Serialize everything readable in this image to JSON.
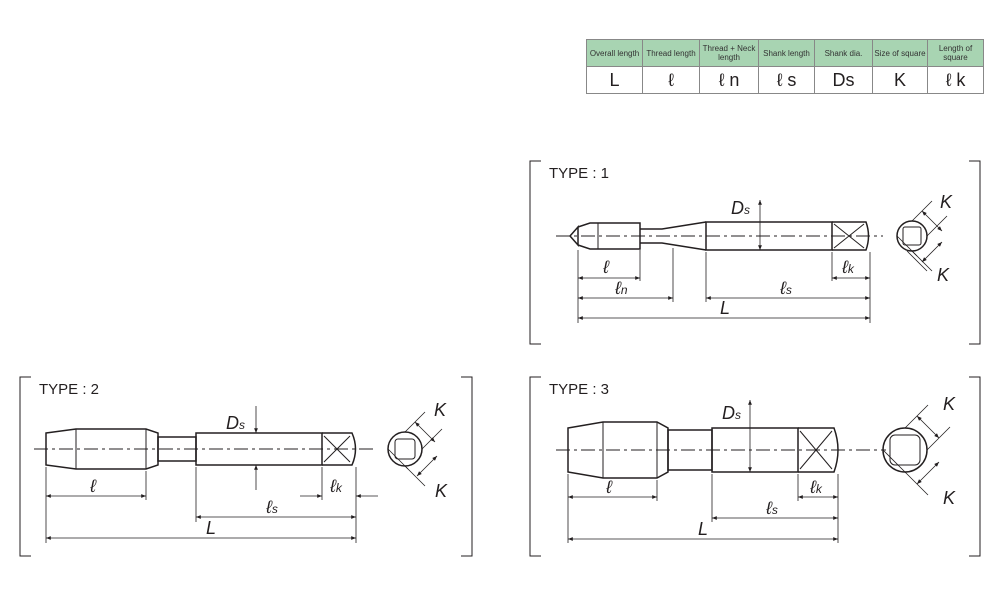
{
  "legend": {
    "headers": [
      "Overall length",
      "Thread length",
      "Thread + Neck length",
      "Shank length",
      "Shank dia.",
      "Size of square",
      "Length of square"
    ],
    "symbols": [
      "L",
      "ℓ",
      "ℓ n",
      "ℓ s",
      "Ds",
      "K",
      "ℓ k"
    ]
  },
  "types": [
    {
      "title": "TYPE : 1"
    },
    {
      "title": "TYPE : 2"
    },
    {
      "title": "TYPE : 3"
    }
  ],
  "labels": {
    "L": "L",
    "l": "ℓ",
    "ln": "ℓ",
    "ln_sub": "n",
    "ls": "ℓ",
    "ls_sub": "s",
    "lk": "ℓ",
    "lk_sub": "k",
    "D": "D",
    "D_sub": "s",
    "K": "K"
  }
}
